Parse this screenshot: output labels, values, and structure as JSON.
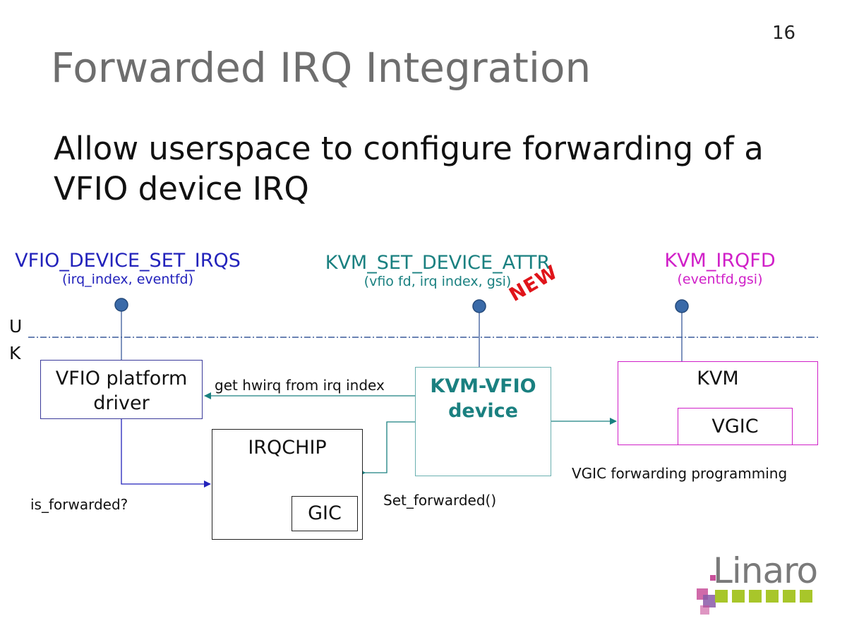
{
  "slide": {
    "number": "16",
    "title": "Forwarded IRQ Integration",
    "bullet": "Allow userspace to configure forwarding of a VFIO device IRQ"
  },
  "apis": [
    {
      "name": "VFIO_DEVICE_SET_IRQS",
      "args": "(irq_index, eventfd)",
      "color": "#2222bb"
    },
    {
      "name": "KVM_SET_DEVICE_ATTR",
      "args": "(vfio fd, irq index, gsi)",
      "color": "#1a8080"
    },
    {
      "name": "KVM_IRQFD",
      "args": "(eventfd,gsi)",
      "color": "#d020c8"
    }
  ],
  "new_stamp": "NEW",
  "boundary": {
    "user": "U",
    "kernel": "K"
  },
  "boxes": {
    "vfio_platform_driver": {
      "line1": "VFIO platform",
      "line2": "driver"
    },
    "kvm_vfio_device": {
      "line1": "KVM-VFIO",
      "line2": "device"
    },
    "kvm": {
      "label": "KVM",
      "child": "VGIC"
    },
    "irqchip": {
      "label": "IRQCHIP",
      "child": "GIC"
    }
  },
  "edges": {
    "get_hwirq": "get hwirq from irq index",
    "vgic_forwarding": "VGIC forwarding programming",
    "set_forwarded": "Set_forwarded()",
    "is_forwarded": "is_forwarded?"
  },
  "logo": {
    "text": "Linaro"
  },
  "colors": {
    "title": "#6e6e6e",
    "teal": "#1a8080",
    "blue": "#2222bb",
    "magenta": "#d020c8",
    "new_red": "#e0141a",
    "logo_green": "#a8c62a",
    "logo_pink": "#c8509a",
    "logo_purple": "#8a5aa8"
  }
}
